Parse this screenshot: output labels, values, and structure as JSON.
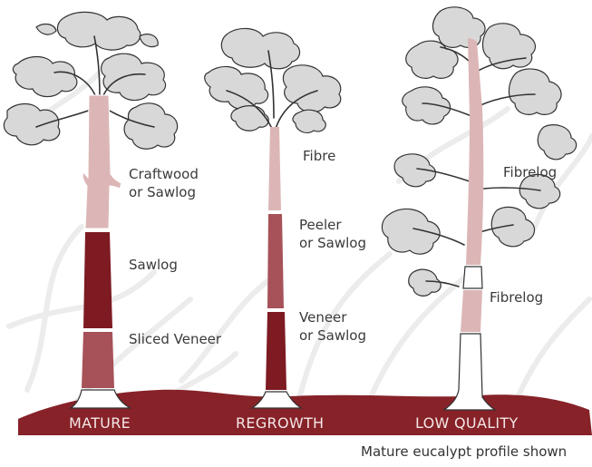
{
  "colors": {
    "dark_maroon": "#7d1a22",
    "ground": "#862228",
    "mid_maroon": "#a65258",
    "pink": "#dcb6b6",
    "canopy_fill": "#d8d8d8",
    "outline": "#333333",
    "background_sketch": "#ececec"
  },
  "trees": [
    {
      "name": "MATURE",
      "labels": [
        {
          "line1": "Craftwood",
          "line2": "or Sawlog"
        },
        {
          "line1": "Sawlog",
          "line2": ""
        },
        {
          "line1": "Sliced Veneer",
          "line2": ""
        }
      ]
    },
    {
      "name": "REGROWTH",
      "labels": [
        {
          "line1": "Fibre",
          "line2": ""
        },
        {
          "line1": "Peeler",
          "line2": "or Sawlog"
        },
        {
          "line1": "Veneer",
          "line2": "or Sawlog"
        }
      ]
    },
    {
      "name": "LOW QUALITY",
      "labels": [
        {
          "line1": "Fibrelog",
          "line2": ""
        },
        {
          "line1": "Fibrelog",
          "line2": ""
        }
      ]
    }
  ],
  "caption": "Mature eucalypt profile shown"
}
